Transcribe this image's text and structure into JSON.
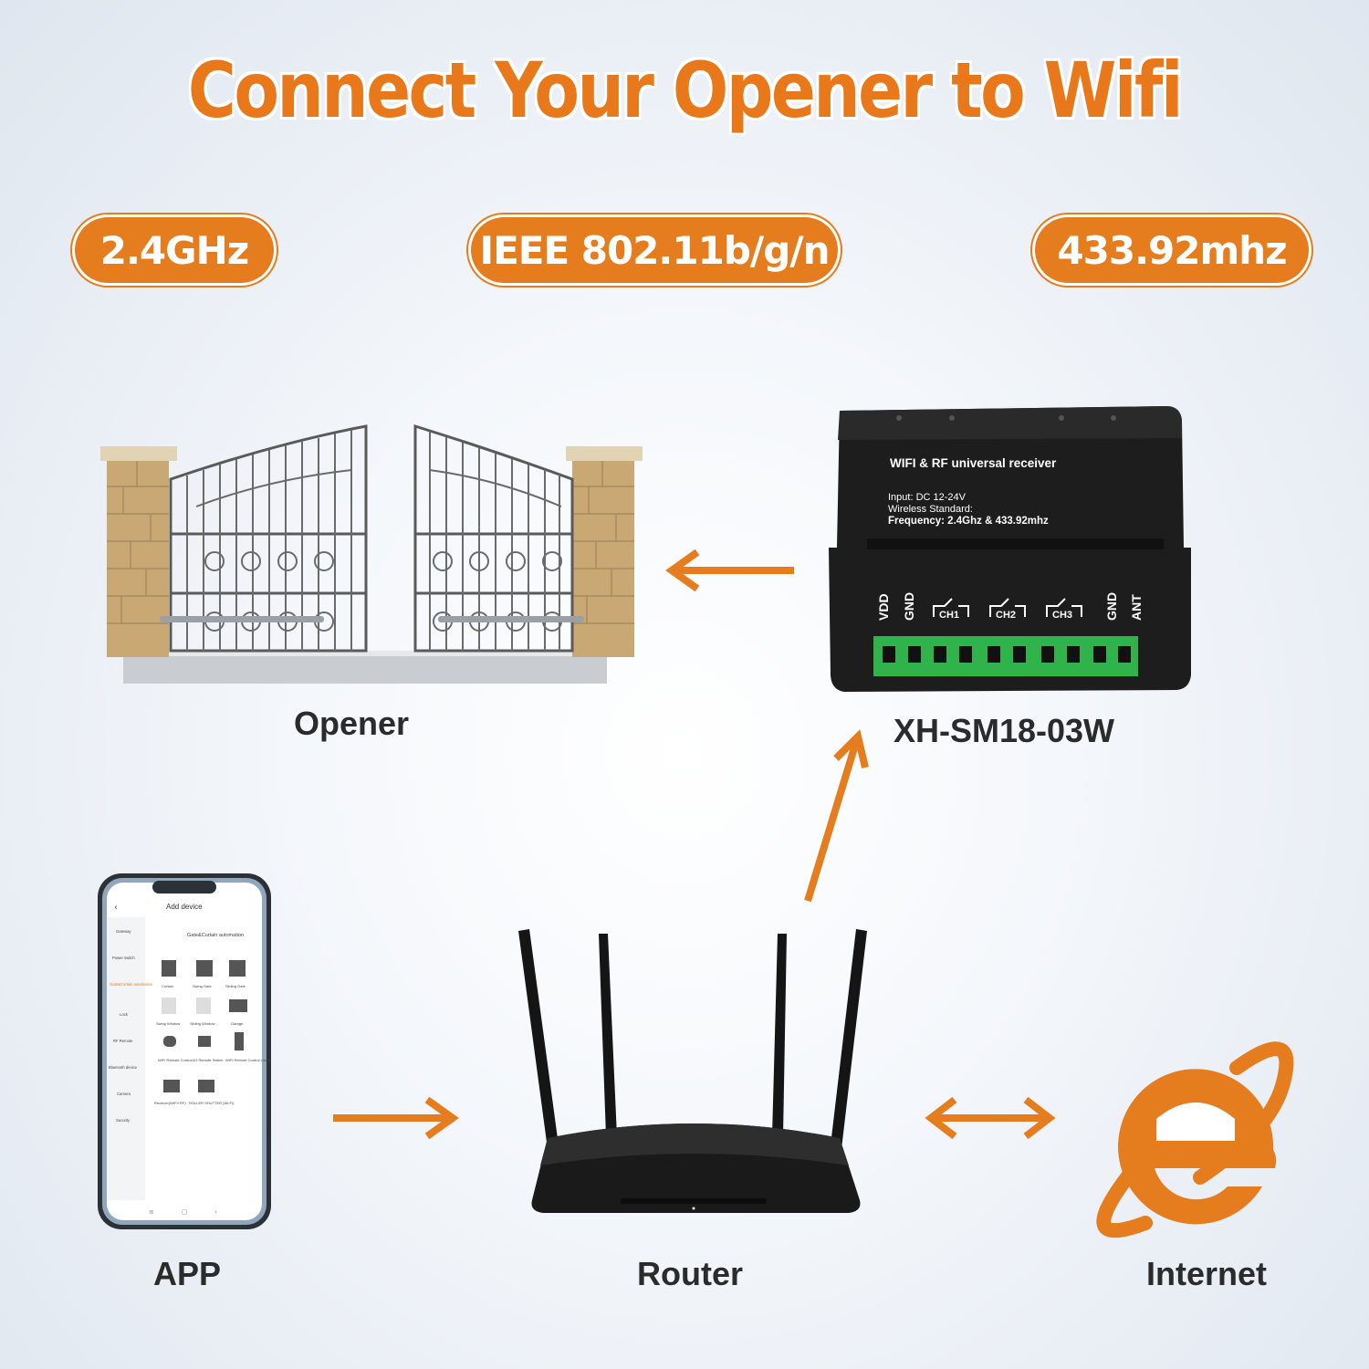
{
  "title": "Connect Your Opener to Wifi",
  "specs": {
    "wifi_band": "2.4GHz",
    "standard": "IEEE 802.11b/g/n",
    "rf_frequency": "433.92mhz"
  },
  "nodes": {
    "opener": "Opener",
    "receiver": "XH-SM18-03W",
    "app": "APP",
    "router": "Router",
    "internet": "Internet"
  },
  "receiver_panel": {
    "heading": "WIFI & RF universal receiver",
    "line1": "Input: DC 12-24V",
    "line2": "Wireless Standard:",
    "line3": "Frequency: 2.4Ghz & 433.92mhz",
    "terminals": [
      "VDD",
      "GND",
      "CH1",
      "CH2",
      "CH3",
      "GND",
      "ANT"
    ]
  },
  "app_screen": {
    "header": "Add device",
    "categories": [
      "Gateway",
      "Power switch",
      "Gate&Curtain automation",
      "Lock",
      "RF Remote",
      "Bluetooth device",
      "Camera",
      "Security"
    ],
    "section_title": "Gate&Curtain automation",
    "devices": [
      "Curtain",
      "Swing Gate",
      "Sliding Gate",
      "Swing Window",
      "Sliding Window",
      "Garage",
      "WIFI Remote Control",
      "4G Remote Switch",
      "WIFI Remote Control Linear",
      "Receiver(WIFI+RF)",
      "ROLLER SHUTTER (Wi-Fi)"
    ]
  },
  "colors": {
    "accent": "#e57c1e",
    "text": "#2b2b2b"
  }
}
